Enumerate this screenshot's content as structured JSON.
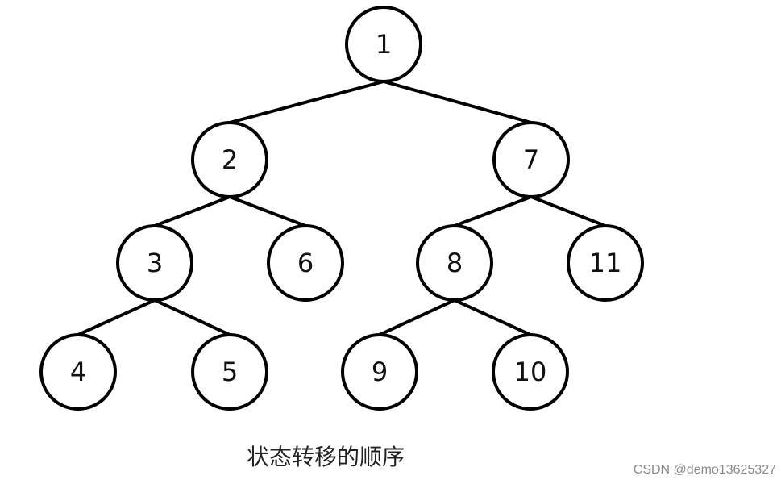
{
  "diagram": {
    "type": "tree",
    "caption": "状态转移的顺序",
    "watermark": "CSDN @demo13625327",
    "nodes": [
      {
        "id": "1",
        "label": "1"
      },
      {
        "id": "2",
        "label": "2"
      },
      {
        "id": "3",
        "label": "3"
      },
      {
        "id": "4",
        "label": "4"
      },
      {
        "id": "5",
        "label": "5"
      },
      {
        "id": "6",
        "label": "6"
      },
      {
        "id": "7",
        "label": "7"
      },
      {
        "id": "8",
        "label": "8"
      },
      {
        "id": "9",
        "label": "9"
      },
      {
        "id": "10",
        "label": "10"
      },
      {
        "id": "11",
        "label": "11"
      }
    ],
    "edges": [
      {
        "from": "1",
        "to": "2"
      },
      {
        "from": "1",
        "to": "7"
      },
      {
        "from": "2",
        "to": "3"
      },
      {
        "from": "2",
        "to": "6"
      },
      {
        "from": "3",
        "to": "4"
      },
      {
        "from": "3",
        "to": "5"
      },
      {
        "from": "7",
        "to": "8"
      },
      {
        "from": "7",
        "to": "11"
      },
      {
        "from": "8",
        "to": "9"
      },
      {
        "from": "8",
        "to": "10"
      }
    ]
  }
}
